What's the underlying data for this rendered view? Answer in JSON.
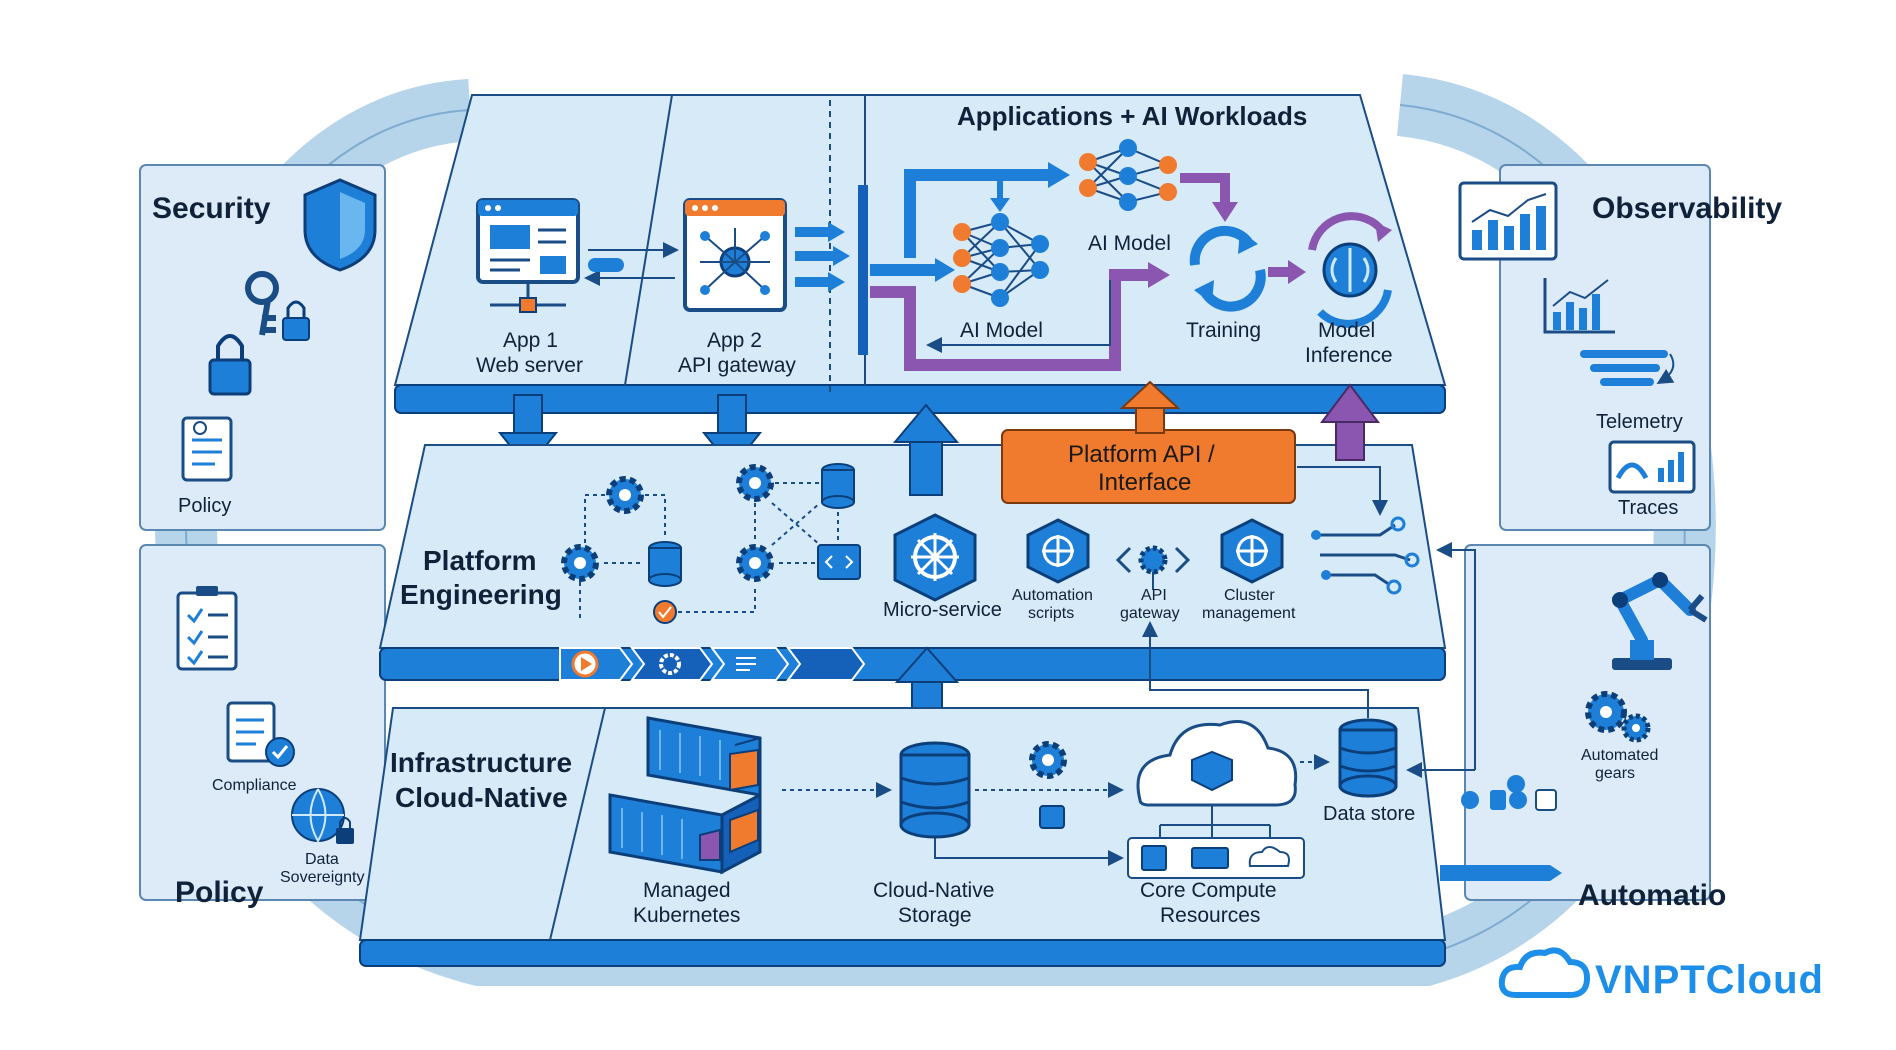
{
  "left": {
    "security": "Security",
    "policy_icon_label": "Policy",
    "compliance": "Compliance",
    "data_sovereignty_1": "Data",
    "data_sovereignty_2": "Sovereignty",
    "policy_bottom": "Policy"
  },
  "right": {
    "observability": "Observability",
    "telemetry": "Telemetry",
    "traces": "Traces",
    "automated_gears_1": "Automated",
    "automated_gears_2": "gears",
    "automation": "Automatio"
  },
  "top": {
    "title": "Applications + AI Workloads",
    "app1_1": "App 1",
    "app1_2": "Web server",
    "app2_1": "App 2",
    "app2_2": "API gateway",
    "ai_model_top": "AI Model",
    "ai_model_left": "AI Model",
    "training": "Training",
    "inference_1": "Model",
    "inference_2": "Inference"
  },
  "middle": {
    "title_1": "Platform",
    "title_2": "Engineering",
    "api_1": "Platform API /",
    "api_2": "Interface",
    "microservice": "Micro-service",
    "automation_1": "Automation",
    "automation_2": "scripts",
    "gateway_1": "API",
    "gateway_2": "gateway",
    "cluster_1": "Cluster",
    "cluster_2": "management"
  },
  "bottom": {
    "title_1": "Infrastructure",
    "title_2": "Cloud-Native",
    "k8s_1": "Managed",
    "k8s_2": "Kubernetes",
    "storage_1": "Cloud-Native",
    "storage_2": "Storage",
    "compute_1": "Core Compute",
    "compute_2": "Resources",
    "datastore": "Data store"
  },
  "brand": "VNPTCloud",
  "colors": {
    "blue": "#1e7fd8",
    "dark_blue": "#1560b8",
    "panel": "#d9ecf8",
    "ring": "#cfe3f3",
    "orange": "#f07a2e",
    "purple": "#8a56b0"
  }
}
